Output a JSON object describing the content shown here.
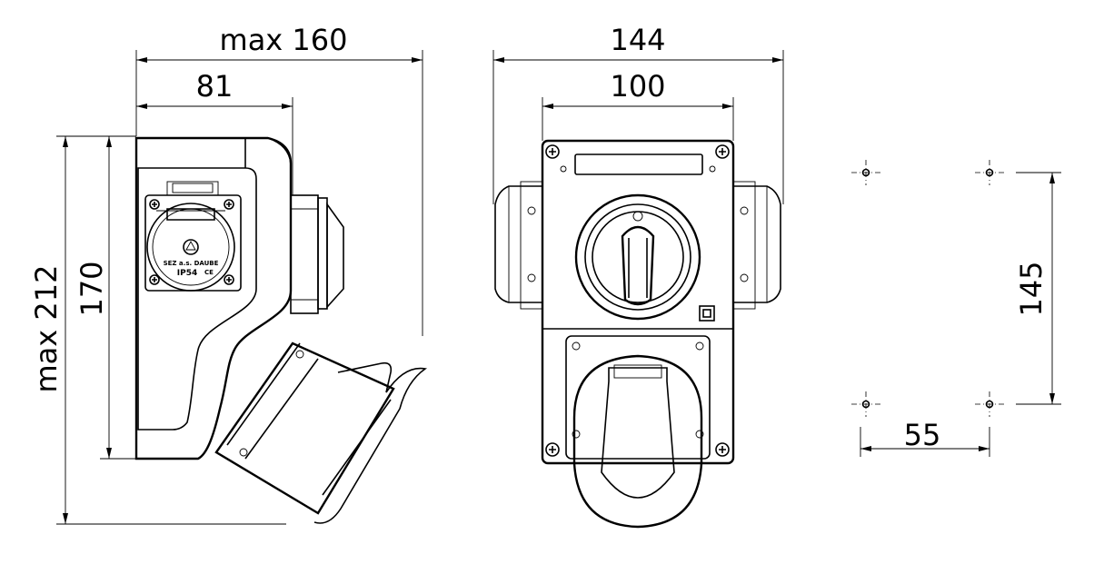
{
  "dimensions": {
    "side_total_depth": "max 160",
    "side_body_depth": "81",
    "side_total_height": "max 212",
    "side_body_height": "170",
    "front_total_width": "144",
    "front_body_width": "100",
    "mount_vertical_spacing": "145",
    "mount_horizontal_spacing": "55"
  },
  "socket_marking": {
    "maker": "SEZ a.s. DAUBE",
    "rating": "IP54",
    "conformity": "CE"
  }
}
